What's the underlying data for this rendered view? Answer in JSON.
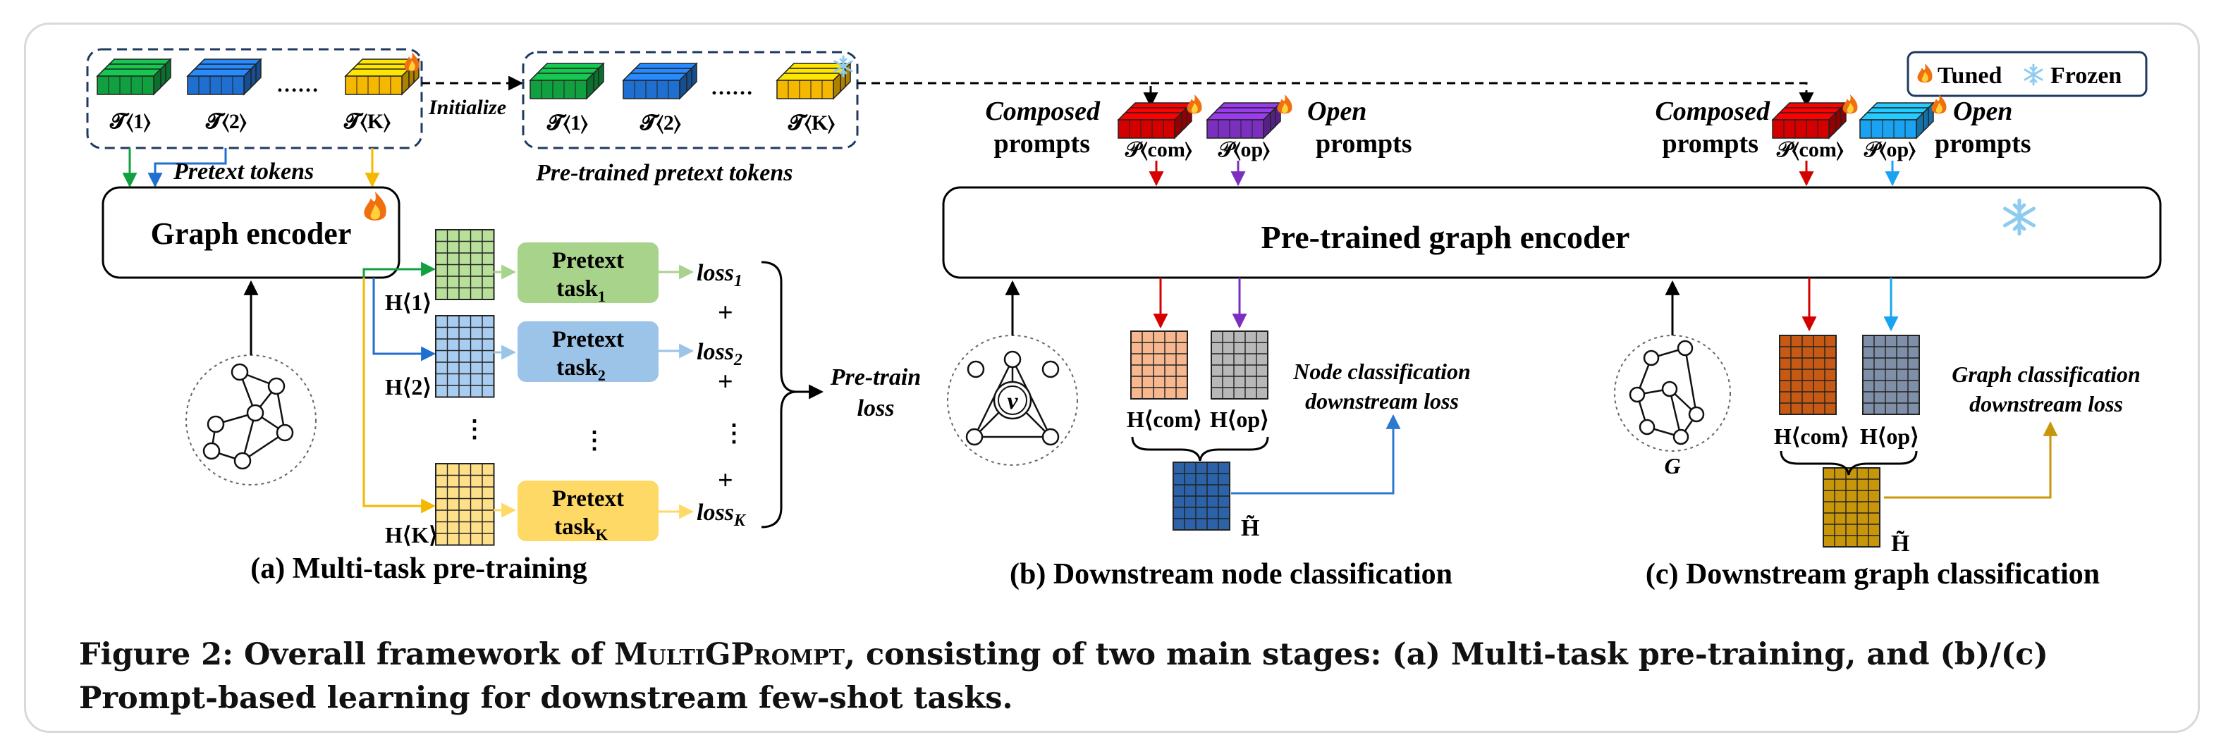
{
  "legend": {
    "tuned": "Tuned",
    "frozen": "Frozen"
  },
  "colors": {
    "green": "#10a040",
    "blue": "#1f6fd0",
    "yellow": "#f5b800",
    "red": "#d40000",
    "purple": "#7b2fbf",
    "cyan": "#1aa3f0",
    "peach": "#f7b890",
    "gray": "#b8b8b8",
    "darkblue": "#2b62a8",
    "orange": "#c65a14",
    "slate": "#7f8fa8",
    "gold": "#c8960a",
    "task_green": "#a8d38a",
    "task_blue": "#9cc3e8",
    "task_yellow": "#ffd966"
  },
  "panel_a": {
    "tokens": [
      "𝓣⟨1⟩",
      "𝓣⟨2⟩",
      "𝓣⟨K⟩"
    ],
    "dots": "……",
    "initialize": "Initialize",
    "pretext_tokens": "Pretext tokens",
    "pretrained_tokens": "Pre-trained pretext tokens",
    "encoder": "Graph encoder",
    "h_labels": [
      "H⟨1⟩",
      "H⟨2⟩",
      "H⟨K⟩"
    ],
    "task_word": "Pretext",
    "task_names": [
      "task",
      "task",
      "task"
    ],
    "task_subs": [
      "1",
      "2",
      "K"
    ],
    "loss_word": "loss",
    "loss_subs": [
      "1",
      "2",
      "K"
    ],
    "plus": "+",
    "vdots": "⋮",
    "pretrain_loss": [
      "Pre-train",
      "loss"
    ],
    "title": "(a) Multi-task pre-training"
  },
  "panel_b": {
    "composed": [
      "Composed",
      "prompts"
    ],
    "open": [
      "Open",
      "prompts"
    ],
    "p_com": "𝒫⟨com⟩",
    "p_op": "𝒫⟨op⟩",
    "encoder": "Pre-trained graph encoder",
    "node": "v",
    "h_com": "H⟨com⟩",
    "h_op": "H⟨op⟩",
    "h_tilde": "H̃",
    "loss": [
      "Node classification",
      "downstream loss"
    ],
    "title": "(b) Downstream node classification"
  },
  "panel_c": {
    "composed": [
      "Composed",
      "prompts"
    ],
    "open": [
      "Open",
      "prompts"
    ],
    "p_com": "𝒫⟨com⟩",
    "p_op": "𝒫⟨op⟩",
    "graph": "G",
    "h_com": "H⟨com⟩",
    "h_op": "H⟨op⟩",
    "h_tilde": "H̃",
    "loss": [
      "Graph classification",
      "downstream loss"
    ],
    "title": "(c) Downstream graph classification"
  },
  "caption": {
    "prefix": "Figure 2: Overall framework of ",
    "name": "MultiGPrompt",
    "suffix": ", consisting of two main stages: (a) Multi-task pre-training, and (b)/(c) Prompt-based learning for downstream few-shot tasks."
  }
}
